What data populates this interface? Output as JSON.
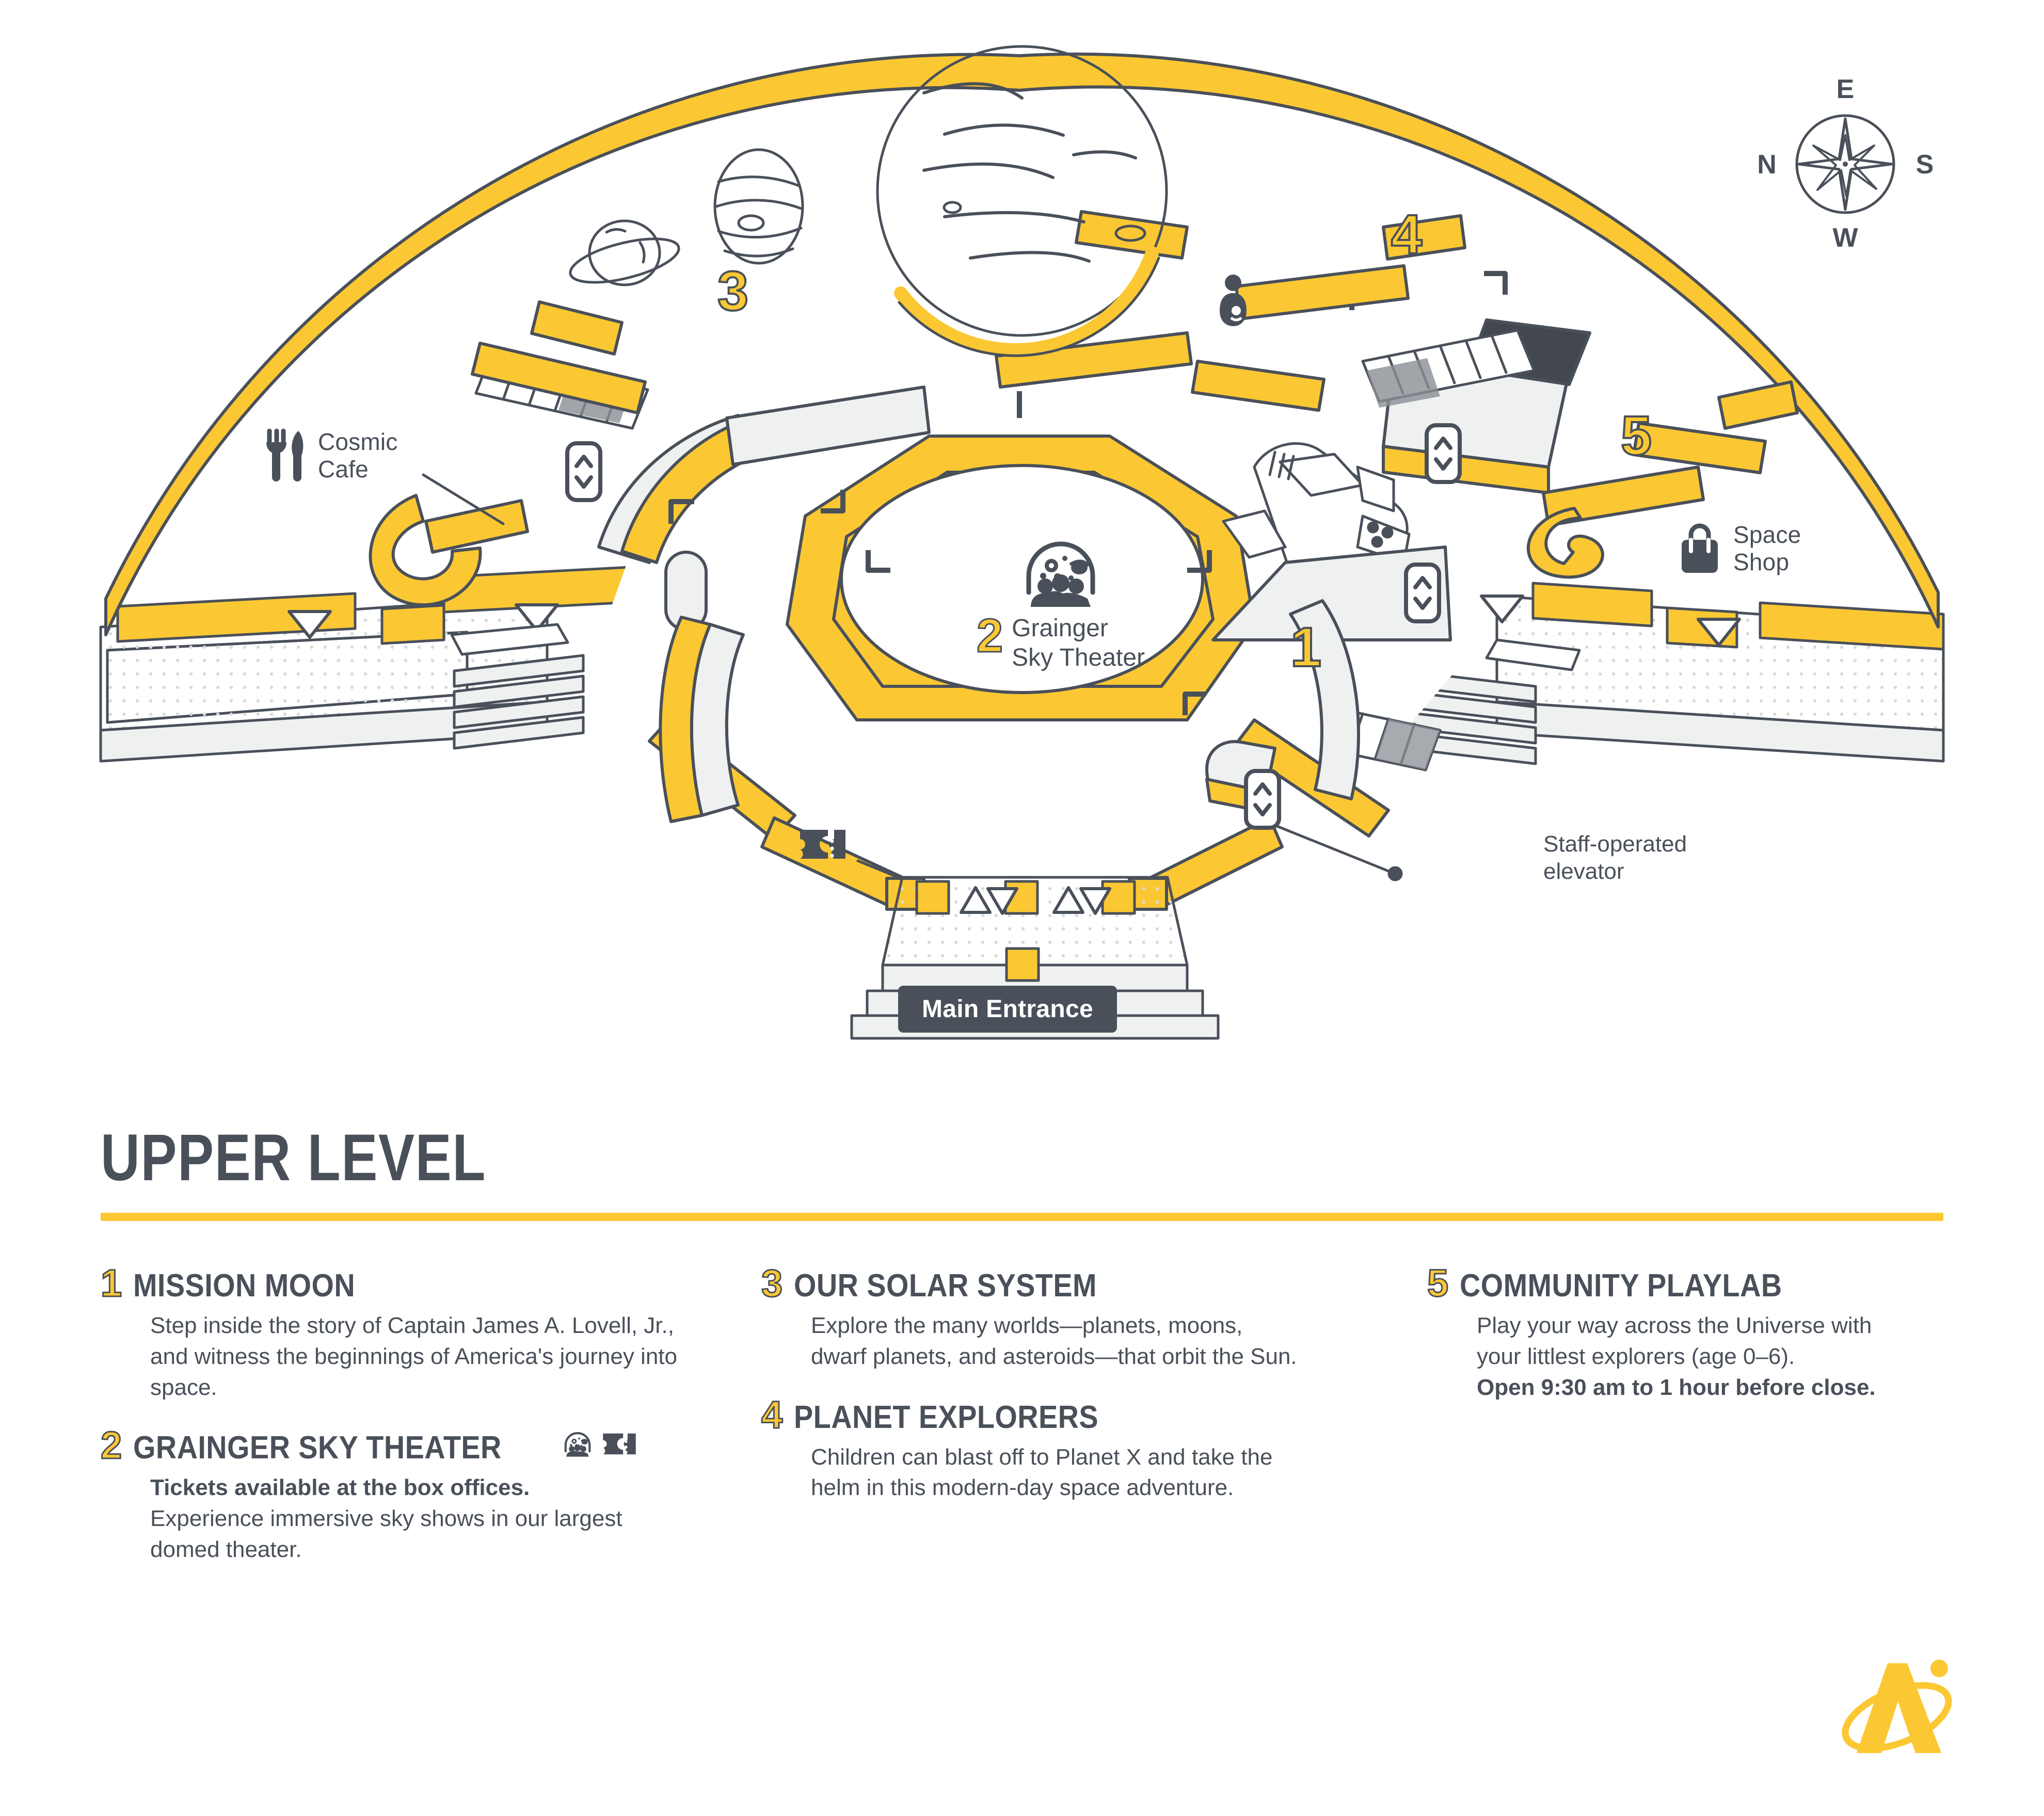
{
  "map": {
    "compass": {
      "top": "E",
      "left": "N",
      "right": "S",
      "bottom": "W"
    },
    "pois": [
      {
        "id": "cosmic-cafe",
        "icon": "fork-knife-icon",
        "label": "Cosmic\nCafe"
      },
      {
        "id": "space-shop",
        "icon": "shopping-bag-icon",
        "label": "Space\nShop"
      }
    ],
    "theater": {
      "number": "2",
      "icon": "planetarium-dome-icon",
      "line1": "Grainger",
      "line2": "Sky Theater"
    },
    "callout": {
      "line1": "Staff-operated",
      "line2": "elevator"
    },
    "entrance_badge": "Main Entrance",
    "gallery_numbers": [
      "1",
      "3",
      "4",
      "5"
    ],
    "map_icons": [
      "elevator-icon",
      "escalator-up-icon",
      "escalator-down-icon",
      "stairs-icon",
      "box-office-ticket-icon",
      "nursing-room-icon",
      "saturn-illustration",
      "jupiter-illustration",
      "planet-illustration",
      "spacecraft-illustration"
    ]
  },
  "legend": {
    "level_title": "UPPER LEVEL",
    "columns": [
      {
        "entries": [
          {
            "number": "1",
            "title": "MISSION MOON",
            "icons": [],
            "paragraphs": [
              {
                "text": "Step inside the story of Captain James A. Lovell, Jr., and witness the beginnings of America's journey into space.",
                "bold": false
              }
            ]
          },
          {
            "number": "2",
            "title": "GRAINGER SKY THEATER",
            "icons": [
              "planetarium-dome-icon",
              "ticket-icon"
            ],
            "paragraphs": [
              {
                "text": "Tickets available at the box offices.",
                "bold": true
              },
              {
                "text": "Experience immersive sky shows in our largest domed theater.",
                "bold": false
              }
            ]
          }
        ]
      },
      {
        "entries": [
          {
            "number": "3",
            "title": "OUR SOLAR SYSTEM",
            "icons": [],
            "paragraphs": [
              {
                "text": "Explore the many worlds—planets, moons, dwarf planets, and asteroids—that orbit the Sun.",
                "bold": false
              }
            ]
          },
          {
            "number": "4",
            "title": "PLANET EXPLORERS",
            "icons": [],
            "paragraphs": [
              {
                "text": "Children can blast off to Planet X and take the helm in this modern-day space adventure.",
                "bold": false
              }
            ]
          }
        ]
      },
      {
        "entries": [
          {
            "number": "5",
            "title": "COMMUNITY PLAYLAB",
            "icons": [],
            "paragraphs": [
              {
                "text": "Play your way across the Universe with your littlest explorers (age 0–6).",
                "bold": false
              },
              {
                "text": "Open 9:30 am to 1 hour before close.",
                "bold": true
              }
            ]
          }
        ]
      }
    ]
  },
  "brand": {
    "logo": "adler-planetarium-logo"
  },
  "colors": {
    "accent_yellow": "#fbc833",
    "ink": "#4a505a",
    "floor_gray": "#eff1f1",
    "dark_fill": "#43484f",
    "white": "#ffffff"
  }
}
